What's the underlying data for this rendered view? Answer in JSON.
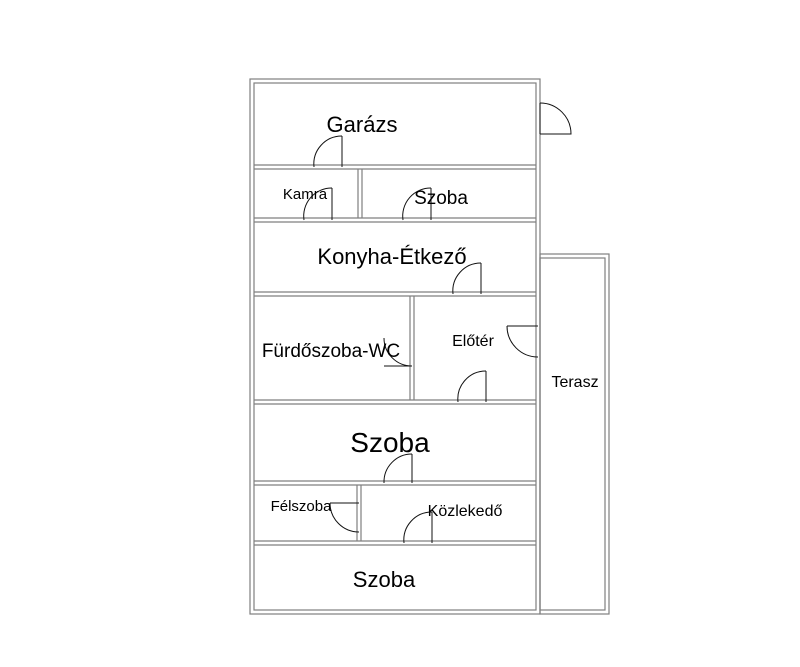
{
  "plan": {
    "rooms": {
      "garazs": "Garázs",
      "kamra": "Kamra",
      "szoba_top": "Szoba",
      "konyha": "Konyha-Étkező",
      "furdo": "Fürdőszoba-WC",
      "eloter": "Előtér",
      "szoba_mid": "Szoba",
      "felszoba": "Félszoba",
      "kozlekedo": "Közlekedő",
      "szoba_bottom": "Szoba",
      "terasz": "Terasz"
    }
  }
}
